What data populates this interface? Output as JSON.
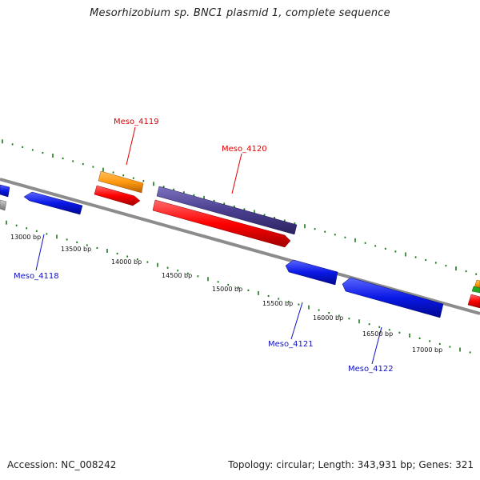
{
  "title": "Mesorhizobium sp. BNC1 plasmid 1, complete sequence",
  "footer": {
    "accession": "Accession: NC_008242",
    "summary": "Topology: circular; Length: 343,931 bp; Genes: 321"
  },
  "position_labels": [
    "13000 bp",
    "13500 bp",
    "14000 bp",
    "14500 bp",
    "15000 bp",
    "15500 bp",
    "16000 bp",
    "16500 bp",
    "17000 bp"
  ],
  "gene_labels": {
    "meso_4119": "Meso_4119",
    "meso_4120": "Meso_4120",
    "meso_4118": "Meso_4118",
    "meso_4121": "Meso_4121",
    "meso_4122": "Meso_4122"
  },
  "colors": {
    "backbone": "#8c8c8c",
    "tick_green": "#1a7a1a",
    "orange": "#ff9a10",
    "red": "#ff0000",
    "purple": "#4a3f8f",
    "blue": "#0a18e6",
    "gray": "#9a9a9a",
    "green": "#22aa22"
  }
}
